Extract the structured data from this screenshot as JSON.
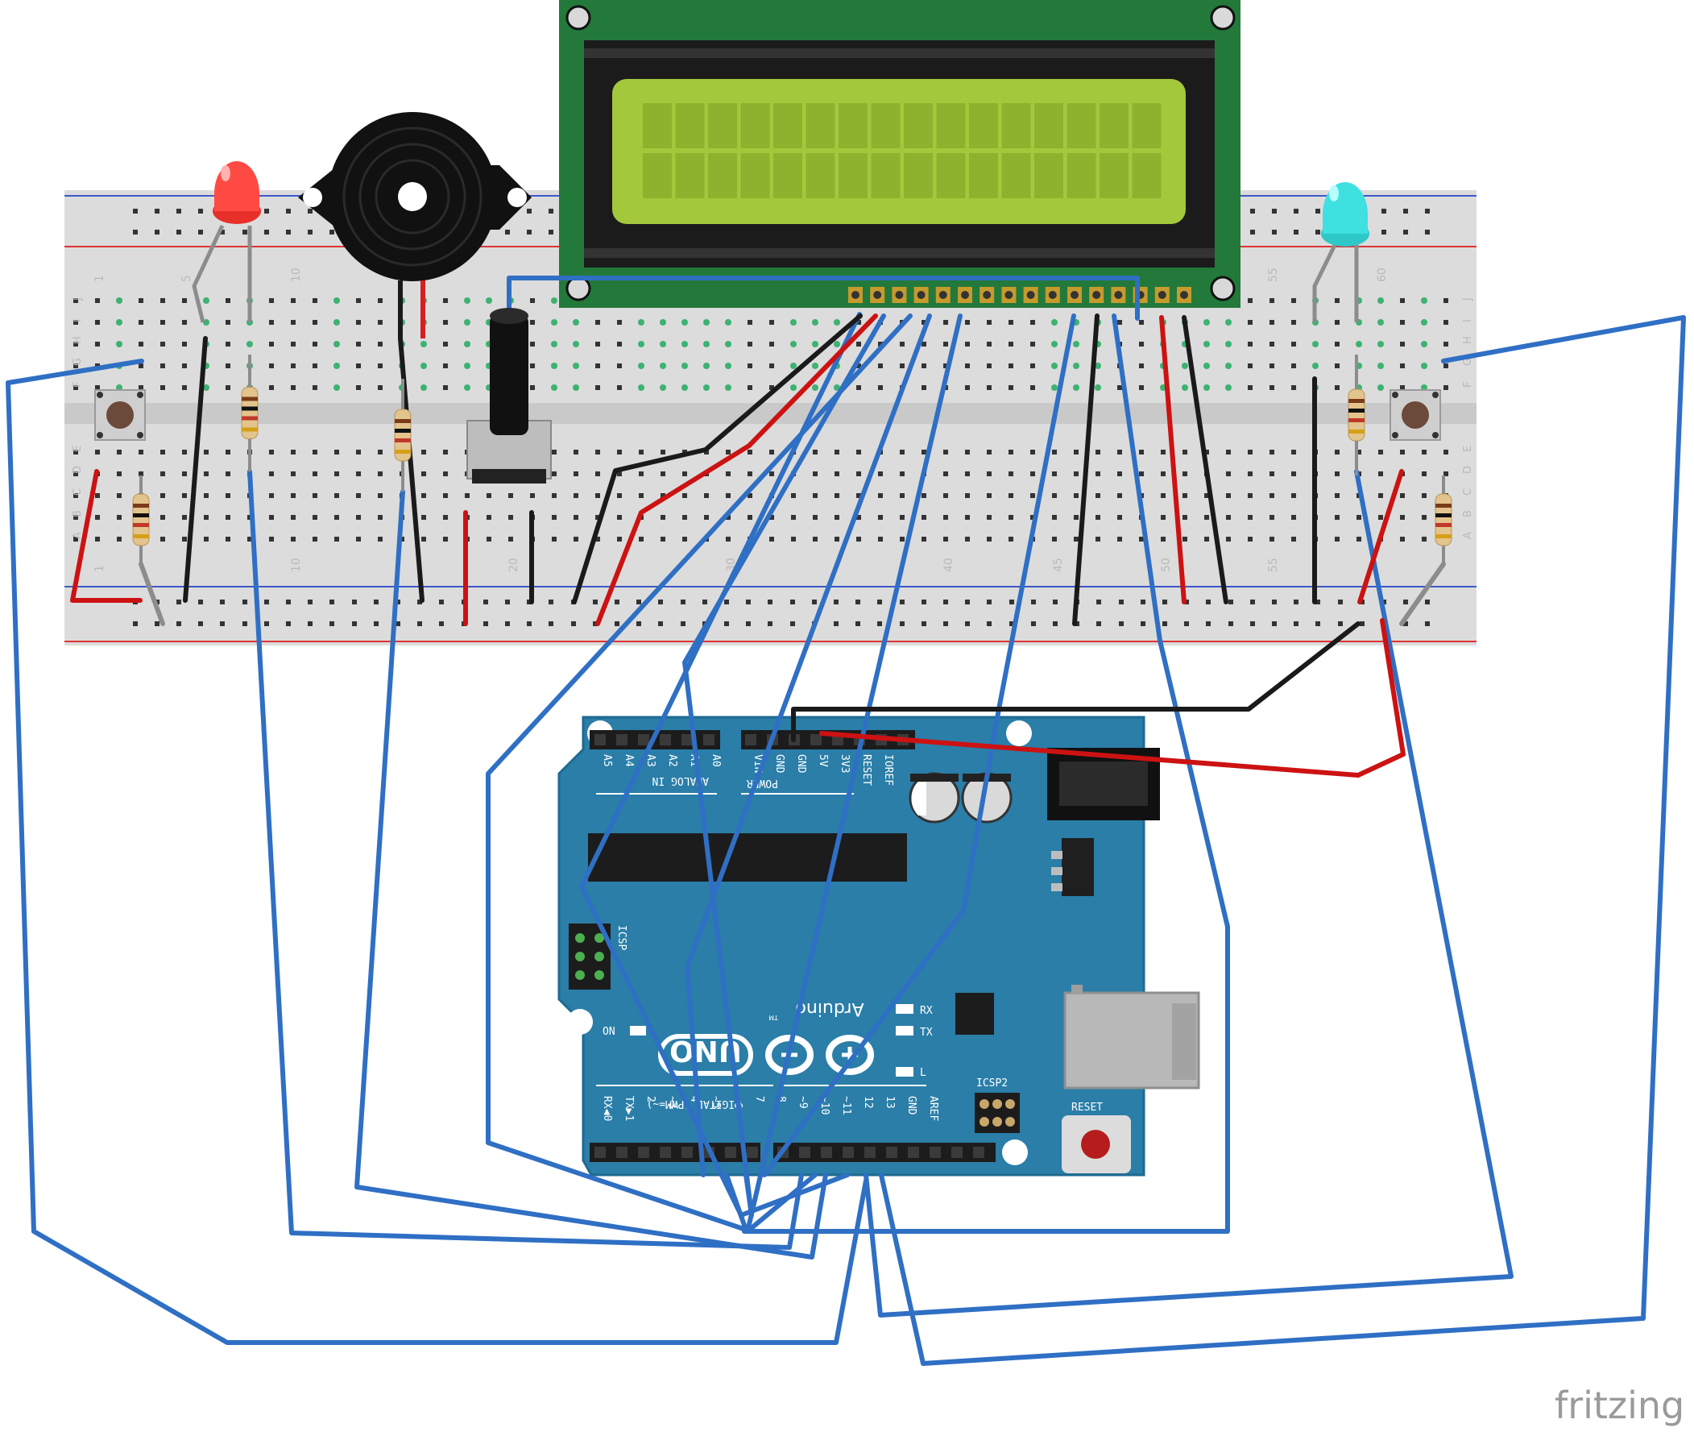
{
  "breadboard": {
    "top_column_numbers": [
      "1",
      "5",
      "10",
      "55",
      "60"
    ],
    "bottom_column_numbers": [
      "1",
      "10",
      "20",
      "30",
      "40",
      "45",
      "50",
      "55"
    ],
    "row_letters_left": [
      "J",
      "I",
      "H",
      "G",
      "F",
      "E",
      "D",
      "C",
      "B",
      "A"
    ],
    "row_letters_right": [
      "J",
      "I",
      "H",
      "G",
      "F",
      "E",
      "D",
      "C",
      "B",
      "A"
    ]
  },
  "components": {
    "led_left": {
      "color": "#e8302a"
    },
    "led_right": {
      "color": "#2fd0d0"
    },
    "buzzer": {
      "color": "#1a1a1a"
    },
    "lcd": {
      "screen_color": "#a4c83c",
      "pcb_color": "#23793a"
    }
  },
  "arduino": {
    "brand": "Arduino",
    "model": "UNO",
    "tm": "TM",
    "power_header_labels": [
      "IOREF",
      "RESET",
      "3V3",
      "5V",
      "GND",
      "GND",
      "VIN"
    ],
    "power_label": "POWER",
    "analog_header_labels": [
      "A0",
      "A1",
      "A2",
      "A3",
      "A4",
      "A5"
    ],
    "analog_label": "ANALOG IN",
    "digital_header_labels": [
      "AREF",
      "GND",
      "13",
      "12",
      "~11",
      "~10",
      "~9",
      "8",
      "7",
      "~6",
      "~5",
      "4",
      "~3",
      "2",
      "TX▶1",
      "RX◀0"
    ],
    "digital_label": "DIGITAL (PWM=~)",
    "icsp_label": "ICSP",
    "icsp2_label": "ICSP2",
    "reset_label": "RESET",
    "on_label": "ON",
    "led_labels": [
      "RX",
      "TX",
      "L"
    ],
    "board_color": "#2a7ea8"
  },
  "wire_colors": {
    "blue": "#2f6fc4",
    "red": "#cc1212",
    "black": "#1a1a1a",
    "grey": "#8c8c8c"
  },
  "watermark": "fritzing"
}
